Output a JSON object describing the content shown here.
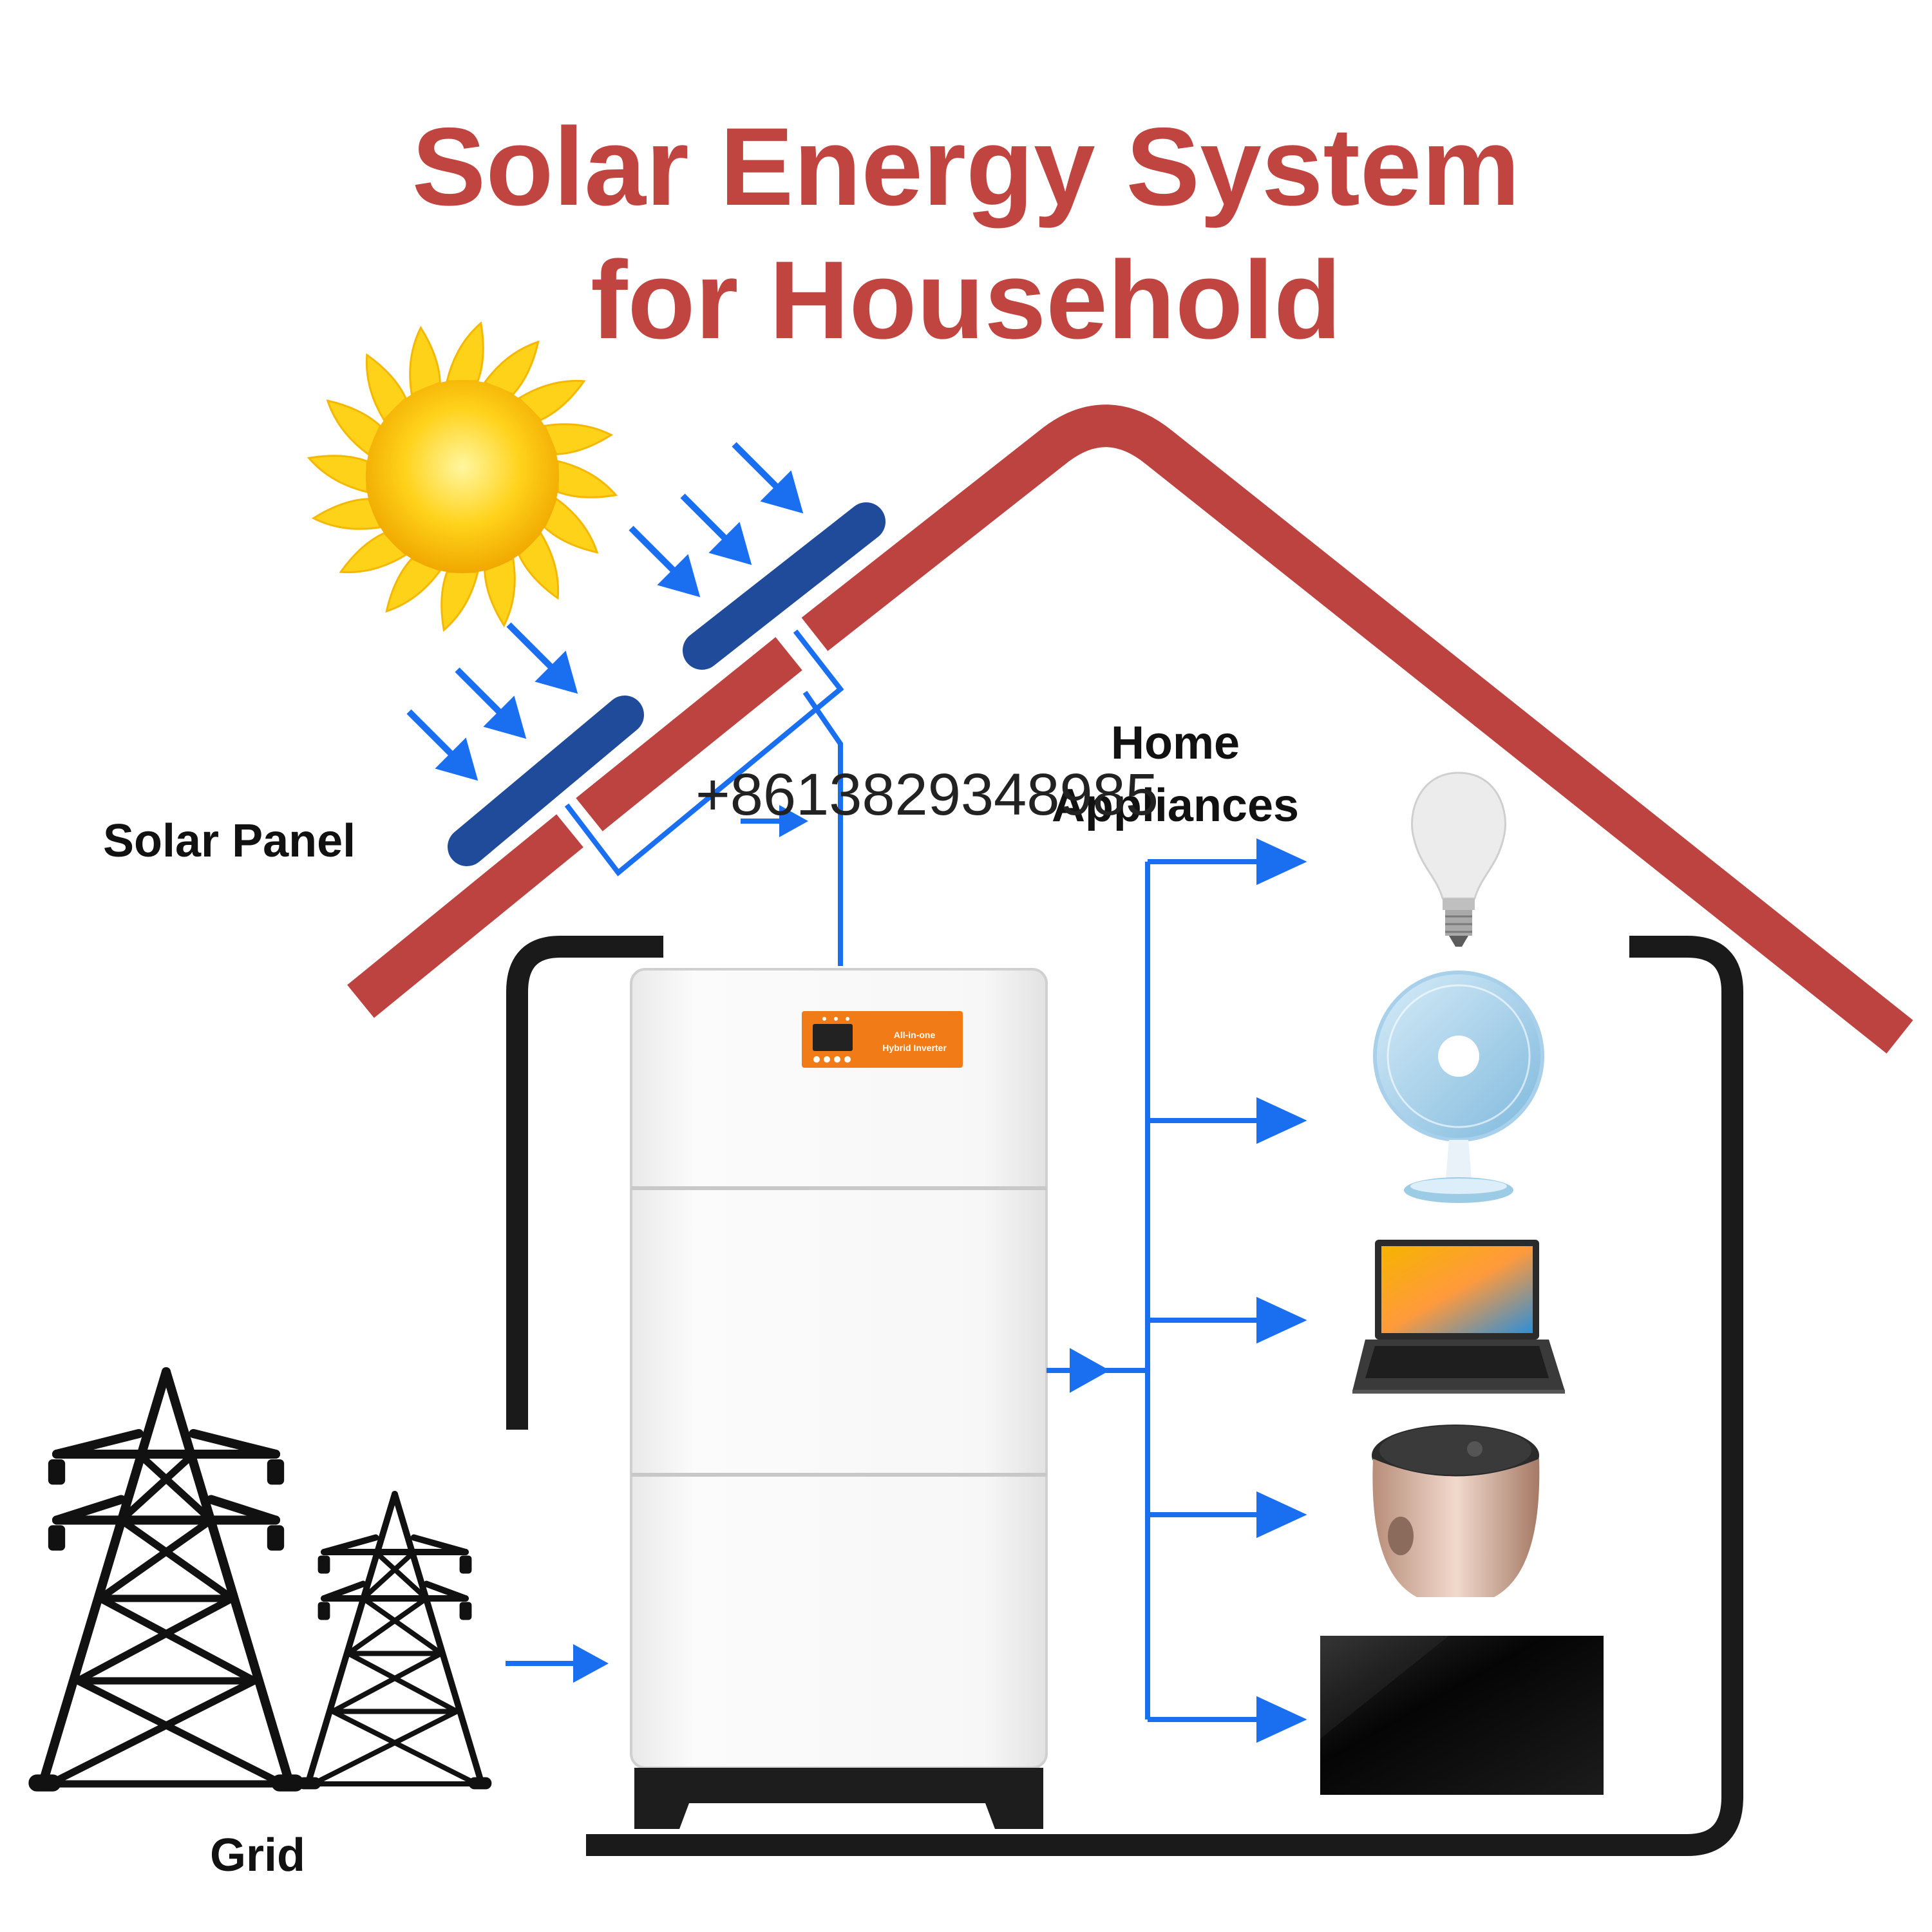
{
  "title": {
    "line1": "Solar Energy System",
    "line2": "for Household",
    "color": "#c0443f"
  },
  "labels": {
    "solar_panel": "Solar Panel",
    "home_appliances_line1": "Home",
    "home_appliances_line2": "Appliances",
    "grid": "Grid",
    "phone_watermark": "+8613829348985"
  },
  "inverter": {
    "badge_line1": "All-in-one",
    "badge_line2": "Hybrid Inverter"
  },
  "appliances": [
    "light-bulb",
    "desk-fan",
    "laptop",
    "rice-cooker",
    "television"
  ],
  "colors": {
    "roof": "#bd4341",
    "wall": "#1a1a1a",
    "arrow": "#1a6ff0",
    "panel": "#1f4b9a",
    "sun": "#ffd21a",
    "badge": "#f07b17"
  }
}
